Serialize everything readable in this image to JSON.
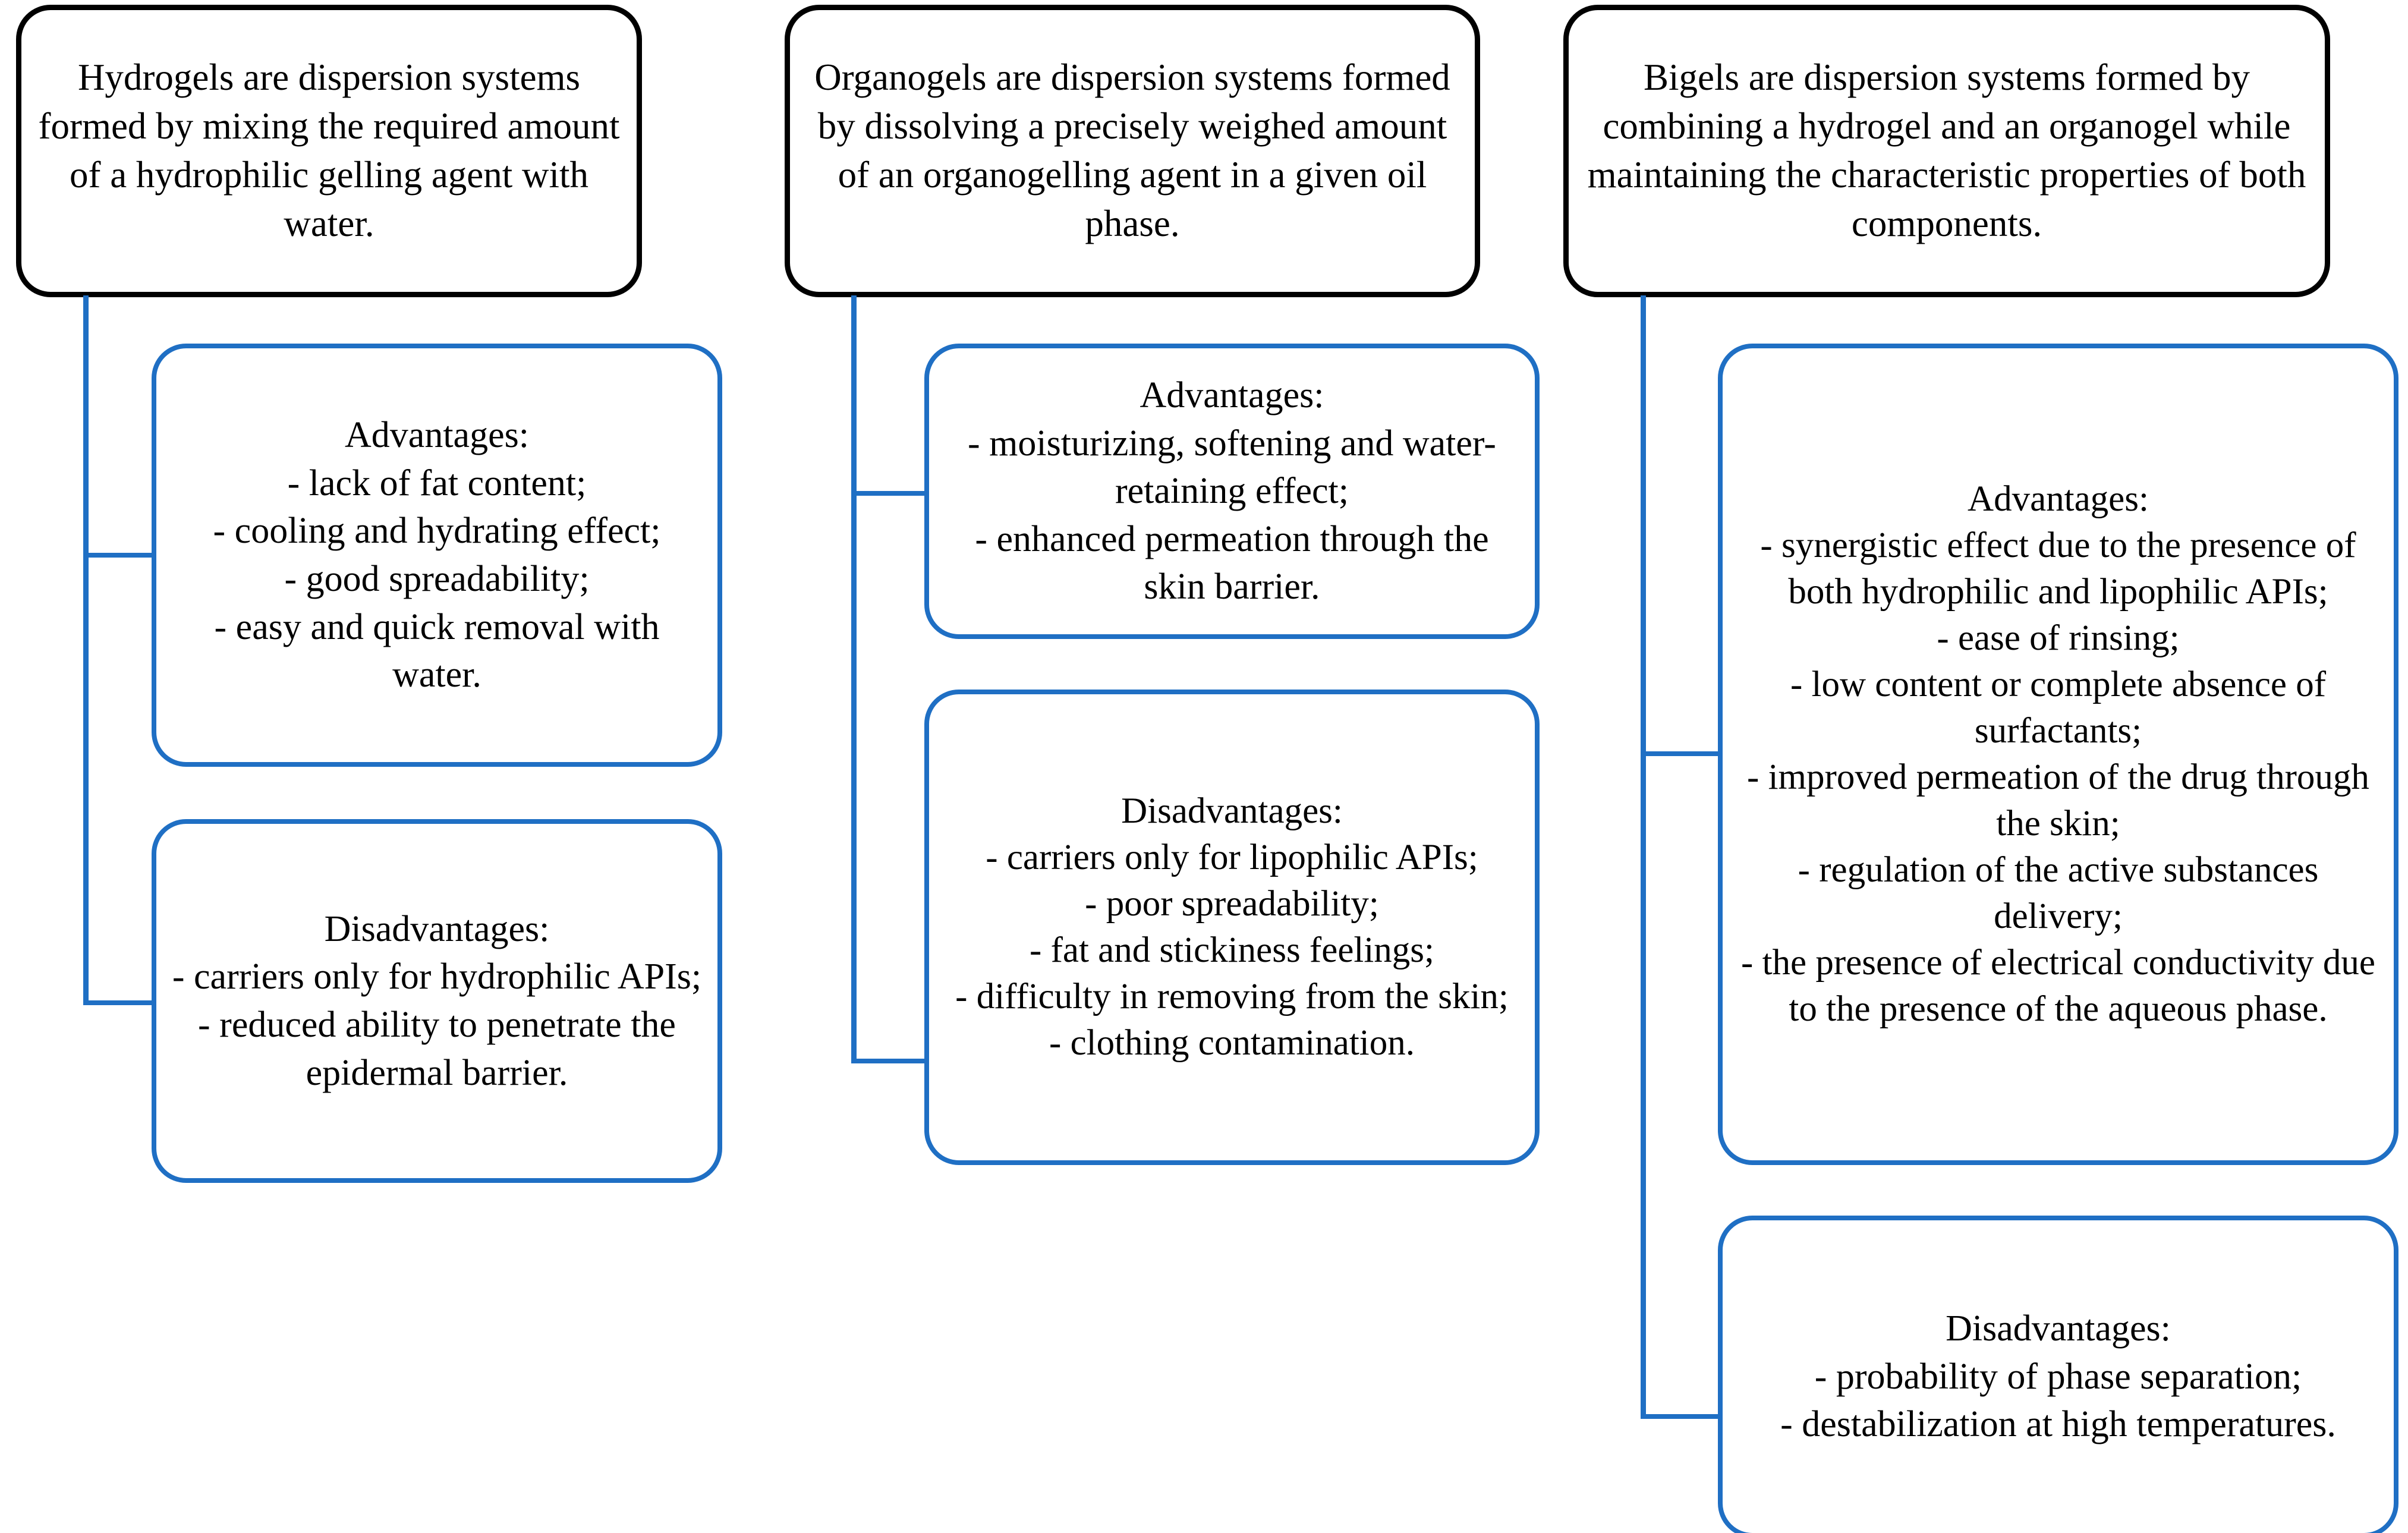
{
  "diagram": {
    "type": "three-column comparison flowchart",
    "accent_color": "#1F6FC4",
    "header_border_color": "#000000",
    "background_color": "#FFFFFF",
    "columns": [
      {
        "id": "hydrogels",
        "header": "Hydrogels are dispersion systems formed by mixing the required amount of a hydrophilic gelling agent with water.",
        "advantages": {
          "title": "Advantages:",
          "items": [
            "- lack of fat content;",
            "- cooling and hydrating effect;",
            "- good spreadability;",
            "- easy and quick removal with water."
          ],
          "text": "Advantages:\n- lack of fat content;\n- cooling and hydrating effect;\n- good spreadability;\n- easy and quick removal with water."
        },
        "disadvantages": {
          "title": "Disadvantages:",
          "items": [
            "- carriers only for hydrophilic APIs;",
            "- reduced ability to penetrate the epidermal barrier."
          ],
          "text": "Disadvantages:\n- carriers only for hydrophilic APIs;\n- reduced ability to penetrate the epidermal barrier."
        }
      },
      {
        "id": "organogels",
        "header": "Organogels are dispersion systems formed by dissolving a precisely weighed amount of an organogelling agent in a given oil phase.",
        "advantages": {
          "title": "Advantages:",
          "items": [
            "- moisturizing, softening and water-retaining effect;",
            "- enhanced permeation through the skin barrier."
          ],
          "text": "Advantages:\n- moisturizing, softening and water-retaining effect;\n- enhanced permeation through the skin barrier."
        },
        "disadvantages": {
          "title": "Disadvantages:",
          "items": [
            "- carriers only for lipophilic APIs;",
            "-  poor spreadability;",
            "-  fat and stickiness feelings;",
            "-  difficulty in removing from the skin;",
            "-  clothing contamination."
          ],
          "text": "Disadvantages:\n- carriers only for lipophilic APIs;\n-  poor spreadability;\n-  fat and stickiness feelings;\n-  difficulty in removing from the skin;\n-  clothing contamination."
        }
      },
      {
        "id": "bigels",
        "header": "Bigels are dispersion systems formed by combining a hydrogel and an organogel while maintaining the characteristic properties of both components.",
        "advantages": {
          "title": "Advantages:",
          "items": [
            "- synergistic effect due to the presence of both hydrophilic and lipophilic APIs;",
            "-  ease of rinsing;",
            "-  low content or complete absence of surfactants;",
            "-  improved permeation of the drug through the skin;",
            "-  regulation of the active substances delivery;",
            "-  the presence of electrical conductivity due to the presence of the aqueous phase."
          ],
          "text": "Advantages:\n- synergistic effect due to the presence of both hydrophilic and lipophilic APIs;\n-  ease of rinsing;\n-  low content or complete absence of surfactants;\n-  improved permeation of the drug through the skin;\n-  regulation of the active substances delivery;\n-  the presence of electrical conductivity due to the presence of the aqueous phase."
        },
        "disadvantages": {
          "title": "Disadvantages:",
          "items": [
            "- probability of phase separation;",
            "- destabilization at high temperatures."
          ],
          "text": "Disadvantages:\n- probability of phase separation;\n- destabilization at high temperatures."
        }
      }
    ]
  }
}
